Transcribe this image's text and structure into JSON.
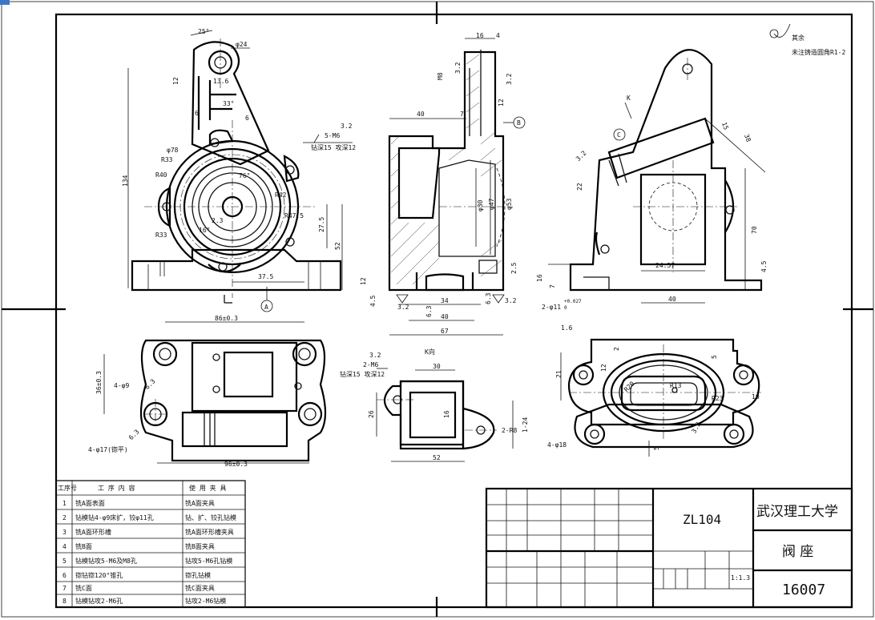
{
  "dims": {
    "d_25deg": "25°",
    "d_phi24": "φ24",
    "d_12": "12",
    "d_13_6": "13.6",
    "d_33deg": "33°",
    "d_6a": "6",
    "d_6b": "6",
    "d_phi78": "φ78",
    "d_r33a": "R33",
    "d_r40": "R40",
    "d_r33b": "R33",
    "d_134": "134",
    "d_76deg": "76°",
    "d_r42": "R42",
    "d_r47_5": "R47.5",
    "d_2_3": "2.3",
    "d_16deg": "16°",
    "d_37_5": "37.5",
    "d_27_5": "27.5",
    "d_52": "52",
    "d_5m6": "5-M6",
    "d_5m6_depth": "钻深15 攻深12",
    "d_3_2_a": "3.2",
    "d_a_label": "A",
    "d_16": "16",
    "d_4": "4",
    "d_m8": "M8",
    "d_3_2_b": "3.2",
    "d_3_2_c": "3.2",
    "d_40a": "40",
    "d_7": "7",
    "d_b_label": "B",
    "d_12b": "12",
    "d_phi30": "φ30",
    "d_phi53": "φ53",
    "d_phi47": "φ47",
    "d_12c": "12",
    "d_4_5": "4.5",
    "d_3_2_d": "3.2",
    "d_34": "34",
    "d_6_3a": "6.3",
    "d_6_3b": "6.3",
    "d_3_2_e": "3.2",
    "d_40b": "40",
    "d_67": "67",
    "d_2_5": "2.5",
    "d_k": "K",
    "d_c_label": "C",
    "d_15": "15",
    "d_38": "38",
    "d_3_2_f": "3.2",
    "d_22": "22",
    "d_70": "70",
    "d_24_57": "24.57",
    "d_16b": "16",
    "d_7b": "7",
    "d_4_5b": "4.5",
    "d_40c": "40",
    "d_2phi11": "2-φ11",
    "d_tol": "+0.027",
    "d_tol0": "0",
    "d_1_6": "1.6",
    "d_86": "86±0.3",
    "d_36": "36±0.3",
    "d_4phi9": "4-φ9",
    "d_6_3c": "6.3",
    "d_6_3d": "6.3",
    "d_4phi17": "4-φ17(锪平)",
    "d_96": "96±0.3",
    "d_2m6": "2-M6",
    "d_2m6_depth": "钻深15 攻深12",
    "d_3_2_g": "3.2",
    "d_kview": "K向",
    "d_30": "30",
    "d_26": "26",
    "d_16c": "16",
    "d_2r8": "2-R8",
    "d_1_24": "1-24",
    "d_52b": "52",
    "d_2": "2",
    "d_12d": "12",
    "d_21": "21",
    "d_5": "5",
    "d_r13": "R13",
    "d_r23": "R23",
    "d_r20": "R20",
    "d_10": "10",
    "d_5b": "5",
    "d_3_2_h": "3.2",
    "d_4phi18": "4-φ18"
  },
  "notes": {
    "rest_finish": "其余",
    "fillet_note": "未注铸造圆角R1-2"
  },
  "process_table": {
    "headers": [
      "工序号",
      "工 序 内 容",
      "使 用 夹 具"
    ],
    "rows": [
      {
        "no": "1",
        "content": "铣A面表面",
        "fixture": "铣A面夹具"
      },
      {
        "no": "2",
        "content": "钻模钻4-φ9床扩，铰φ11孔",
        "fixture": "钻、扩、铰孔钻模"
      },
      {
        "no": "3",
        "content": "铣A面环形槽",
        "fixture": "铣A面环形槽夹具"
      },
      {
        "no": "4",
        "content": "铣B面",
        "fixture": "铣B面夹具"
      },
      {
        "no": "5",
        "content": "钻模钻攻5-M6及M8孔",
        "fixture": "钻攻5-M6孔钻模"
      },
      {
        "no": "6",
        "content": "锪钻锪120°锥孔",
        "fixture": "锪孔钻模"
      },
      {
        "no": "7",
        "content": "铣C面",
        "fixture": "铣C面夹具"
      },
      {
        "no": "8",
        "content": "钻模钻攻2-M6孔",
        "fixture": "钻攻2-M6钻模"
      }
    ]
  },
  "title_block": {
    "material": "ZL104",
    "school": "武汉理工大学",
    "part_name": "阀 座",
    "scale": "1:1.3",
    "drawing_no": "16007"
  }
}
